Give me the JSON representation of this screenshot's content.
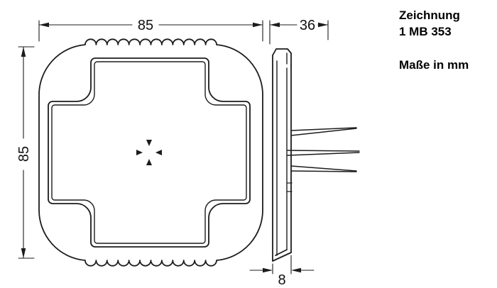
{
  "title_block": {
    "line1": "Zeichnung",
    "line2": "1 MB 353",
    "units_note": "Maße in mm"
  },
  "dimensions": {
    "width": "85",
    "height": "85",
    "depth": "36",
    "thickness": "8"
  },
  "drawing": {
    "type": "technical-drawing",
    "views": [
      "front-view",
      "side-view"
    ],
    "line_color": "#1c1c1c"
  }
}
